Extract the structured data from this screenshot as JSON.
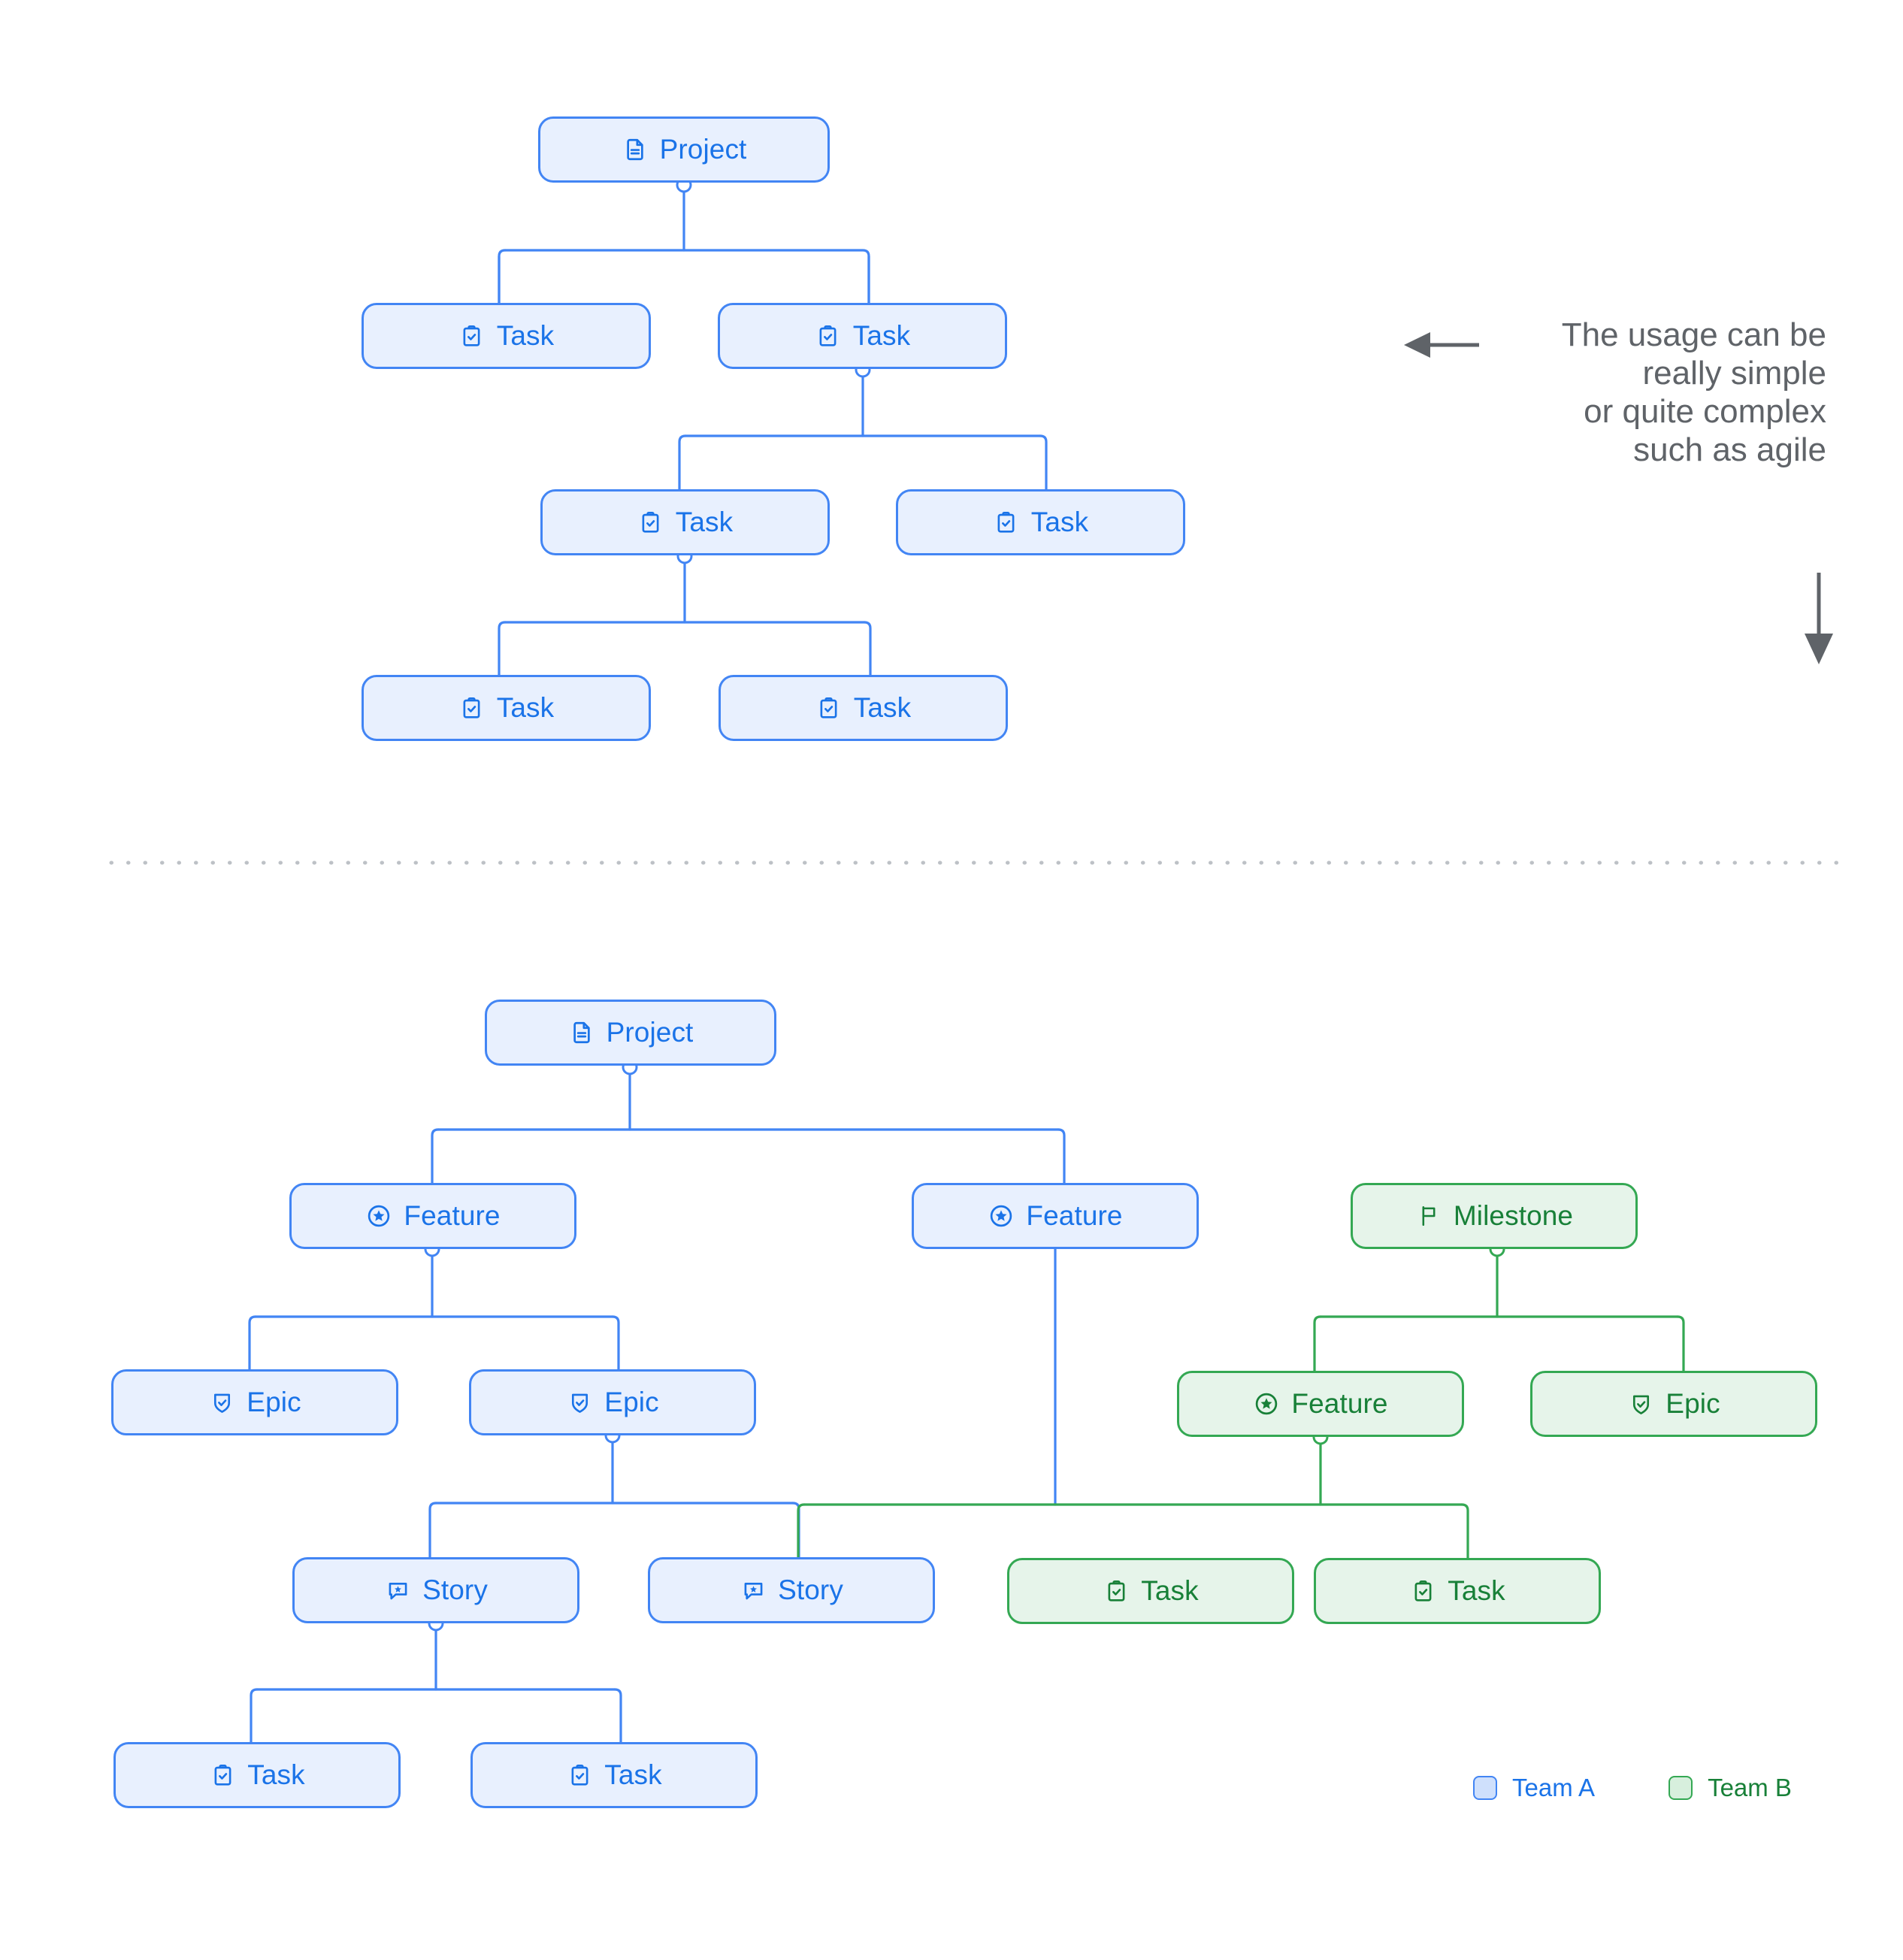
{
  "palette": {
    "blue_fill": "#e8f0fe",
    "blue_stroke": "#4285f4",
    "blue_text": "#1a73e8",
    "green_fill": "#e6f4ea",
    "green_stroke": "#34a853",
    "green_text": "#188038",
    "annotation_text": "#5f6368",
    "divider": "#bdc1c6",
    "background": "#ffffff"
  },
  "annotation": {
    "lines": [
      "The usage can be",
      "really simple",
      "or quite complex",
      "such as agile"
    ],
    "left_arrow": "arrow-left-icon",
    "down_arrow": "arrow-down-icon"
  },
  "divider": {
    "style": "dotted"
  },
  "legend": {
    "items": [
      {
        "label": "Team A",
        "color": "#4285f4",
        "swatch": "blue"
      },
      {
        "label": "Team B",
        "color": "#34a853",
        "swatch": "green"
      }
    ]
  },
  "diagram_top": {
    "name": "simple-task-tree",
    "nodes": [
      {
        "id": "t-project",
        "label": "Project",
        "icon": "document-icon",
        "team": "blue"
      },
      {
        "id": "t-task-1",
        "label": "Task",
        "icon": "clipboard-check-icon",
        "team": "blue"
      },
      {
        "id": "t-task-2",
        "label": "Task",
        "icon": "clipboard-check-icon",
        "team": "blue"
      },
      {
        "id": "t-task-3",
        "label": "Task",
        "icon": "clipboard-check-icon",
        "team": "blue"
      },
      {
        "id": "t-task-4",
        "label": "Task",
        "icon": "clipboard-check-icon",
        "team": "blue"
      },
      {
        "id": "t-task-5",
        "label": "Task",
        "icon": "clipboard-check-icon",
        "team": "blue"
      },
      {
        "id": "t-task-6",
        "label": "Task",
        "icon": "clipboard-check-icon",
        "team": "blue"
      }
    ],
    "edges": [
      {
        "from": "t-project",
        "to": "t-task-1"
      },
      {
        "from": "t-project",
        "to": "t-task-2"
      },
      {
        "from": "t-task-2",
        "to": "t-task-3"
      },
      {
        "from": "t-task-2",
        "to": "t-task-4"
      },
      {
        "from": "t-task-3",
        "to": "t-task-5"
      },
      {
        "from": "t-task-3",
        "to": "t-task-6"
      }
    ]
  },
  "diagram_bottom": {
    "name": "agile-tree",
    "nodes": [
      {
        "id": "b-project",
        "label": "Project",
        "icon": "document-icon",
        "team": "blue"
      },
      {
        "id": "b-feature-1",
        "label": "Feature",
        "icon": "star-circle-icon",
        "team": "blue"
      },
      {
        "id": "b-feature-2",
        "label": "Feature",
        "icon": "star-circle-icon",
        "team": "blue"
      },
      {
        "id": "b-milestone",
        "label": "Milestone",
        "icon": "flag-icon",
        "team": "green"
      },
      {
        "id": "b-epic-1",
        "label": "Epic",
        "icon": "shield-check-icon",
        "team": "blue"
      },
      {
        "id": "b-epic-2",
        "label": "Epic",
        "icon": "shield-check-icon",
        "team": "blue"
      },
      {
        "id": "b-feature-3",
        "label": "Feature",
        "icon": "star-circle-icon",
        "team": "green"
      },
      {
        "id": "b-epic-3",
        "label": "Epic",
        "icon": "shield-check-icon",
        "team": "green"
      },
      {
        "id": "b-story-1",
        "label": "Story",
        "icon": "comment-star-icon",
        "team": "blue"
      },
      {
        "id": "b-story-2",
        "label": "Story",
        "icon": "comment-star-icon",
        "team": "blue"
      },
      {
        "id": "b-task-g1",
        "label": "Task",
        "icon": "clipboard-check-icon",
        "team": "green"
      },
      {
        "id": "b-task-g2",
        "label": "Task",
        "icon": "clipboard-check-icon",
        "team": "green"
      },
      {
        "id": "b-task-b1",
        "label": "Task",
        "icon": "clipboard-check-icon",
        "team": "blue"
      },
      {
        "id": "b-task-b2",
        "label": "Task",
        "icon": "clipboard-check-icon",
        "team": "blue"
      }
    ],
    "edges": [
      {
        "from": "b-project",
        "to": "b-feature-1",
        "team": "blue"
      },
      {
        "from": "b-project",
        "to": "b-feature-2",
        "team": "blue"
      },
      {
        "from": "b-feature-1",
        "to": "b-epic-1",
        "team": "blue"
      },
      {
        "from": "b-feature-1",
        "to": "b-epic-2",
        "team": "blue"
      },
      {
        "from": "b-milestone",
        "to": "b-feature-3",
        "team": "green"
      },
      {
        "from": "b-milestone",
        "to": "b-epic-3",
        "team": "green"
      },
      {
        "from": "b-epic-2",
        "to": "b-story-1",
        "team": "blue"
      },
      {
        "from": "b-epic-2",
        "to": "b-story-2",
        "team": "blue"
      },
      {
        "from": "b-feature-2",
        "to": "b-task-g1",
        "team": "green"
      },
      {
        "from": "b-feature-3",
        "to": "b-task-g2",
        "team": "green"
      },
      {
        "from": "b-story-1",
        "to": "b-task-b1",
        "team": "blue"
      },
      {
        "from": "b-story-1",
        "to": "b-task-b2",
        "team": "blue"
      }
    ]
  }
}
